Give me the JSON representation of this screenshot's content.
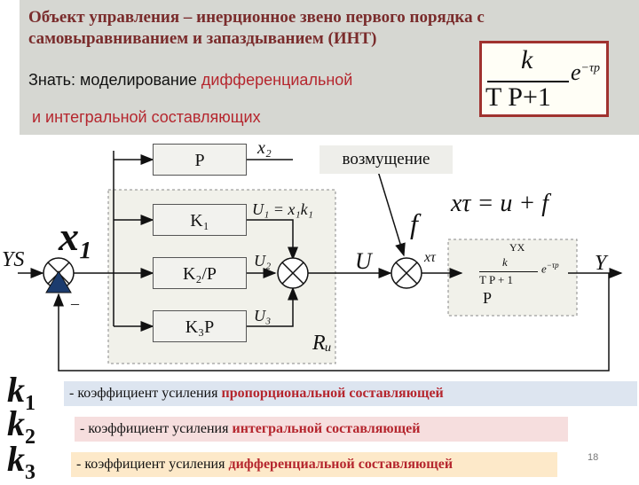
{
  "header": {
    "title": "Объект управления – инерционное звено первого порядка с самовыравниванием и запаздыванием (ИНТ)",
    "know_prefix": "Знать: моделирование ",
    "know_accent": "дифференциальной",
    "know_line2": "и интегральной составляющих"
  },
  "transfer_function": {
    "numerator": "k",
    "denominator": "T P+1",
    "exp": "e",
    "exp_power": "−τp"
  },
  "diagram": {
    "block_p": "P",
    "block_k1": "K₁",
    "block_k2": "K₂/P",
    "block_k3": "K₃P",
    "label_x2": "x₂",
    "disturbance": "возмущение",
    "label_x1": "x₁",
    "label_ys": "YS",
    "label_u1": "U₁ = x₁k₁",
    "label_u2": "U₂",
    "label_u3": "U₃",
    "label_ru": "Rᵤ",
    "label_u": "U",
    "label_f": "f",
    "label_xt": "xτ",
    "equation": "xτ = u + f",
    "label_y": "Y",
    "plant_title": "YX",
    "plant_k": "k",
    "plant_den": "T P + 1",
    "plant_exp": "e",
    "plant_exp_power": "−τp",
    "plant_p": "P",
    "minus": "–"
  },
  "definitions": [
    {
      "symbol": "k",
      "sub": "1",
      "prefix": "- коэффициент усиления ",
      "accent": "пропорциональной составляющей",
      "bg": "#dde5f0"
    },
    {
      "symbol": "k",
      "sub": "2",
      "prefix": "- коэффициент усиления ",
      "accent": "интегральной составляющей",
      "bg": "#f6dede"
    },
    {
      "symbol": "k",
      "sub": "3",
      "prefix": "- коэффициент усиления ",
      "accent": "дифференциальной составляющей",
      "bg": "#fde9c9"
    }
  ],
  "page_number": "18"
}
